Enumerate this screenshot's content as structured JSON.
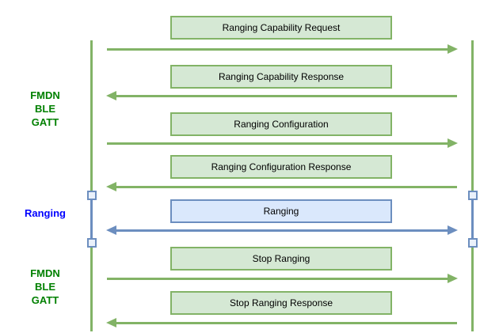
{
  "side_labels": [
    {
      "lines": [
        "FMDN",
        "BLE",
        "GATT"
      ],
      "color": "#008000"
    },
    {
      "lines": [
        "Ranging"
      ],
      "color": "#0000ff"
    },
    {
      "lines": [
        "FMDN",
        "BLE",
        "GATT"
      ],
      "color": "#008000"
    }
  ],
  "messages": [
    {
      "label": "Ranging Capability Request",
      "direction": "right",
      "theme": "green"
    },
    {
      "label": "Ranging Capability Response",
      "direction": "left",
      "theme": "green"
    },
    {
      "label": "Ranging Configuration",
      "direction": "right",
      "theme": "green"
    },
    {
      "label": "Ranging Configuration Response",
      "direction": "left",
      "theme": "green"
    },
    {
      "label": "Ranging",
      "direction": "both",
      "theme": "blue"
    },
    {
      "label": "Stop Ranging",
      "direction": "right",
      "theme": "green"
    },
    {
      "label": "Stop Ranging Response",
      "direction": "left",
      "theme": "green"
    }
  ],
  "colors": {
    "background": "#ffffff",
    "green_box_fill": "#d5e8d4",
    "green_stroke": "#82b366",
    "blue_box_fill": "#dae8fc",
    "blue_stroke": "#6c8ebf",
    "green_label_text": "#008000",
    "blue_label_text": "#0000ff",
    "message_text": "#000000"
  }
}
